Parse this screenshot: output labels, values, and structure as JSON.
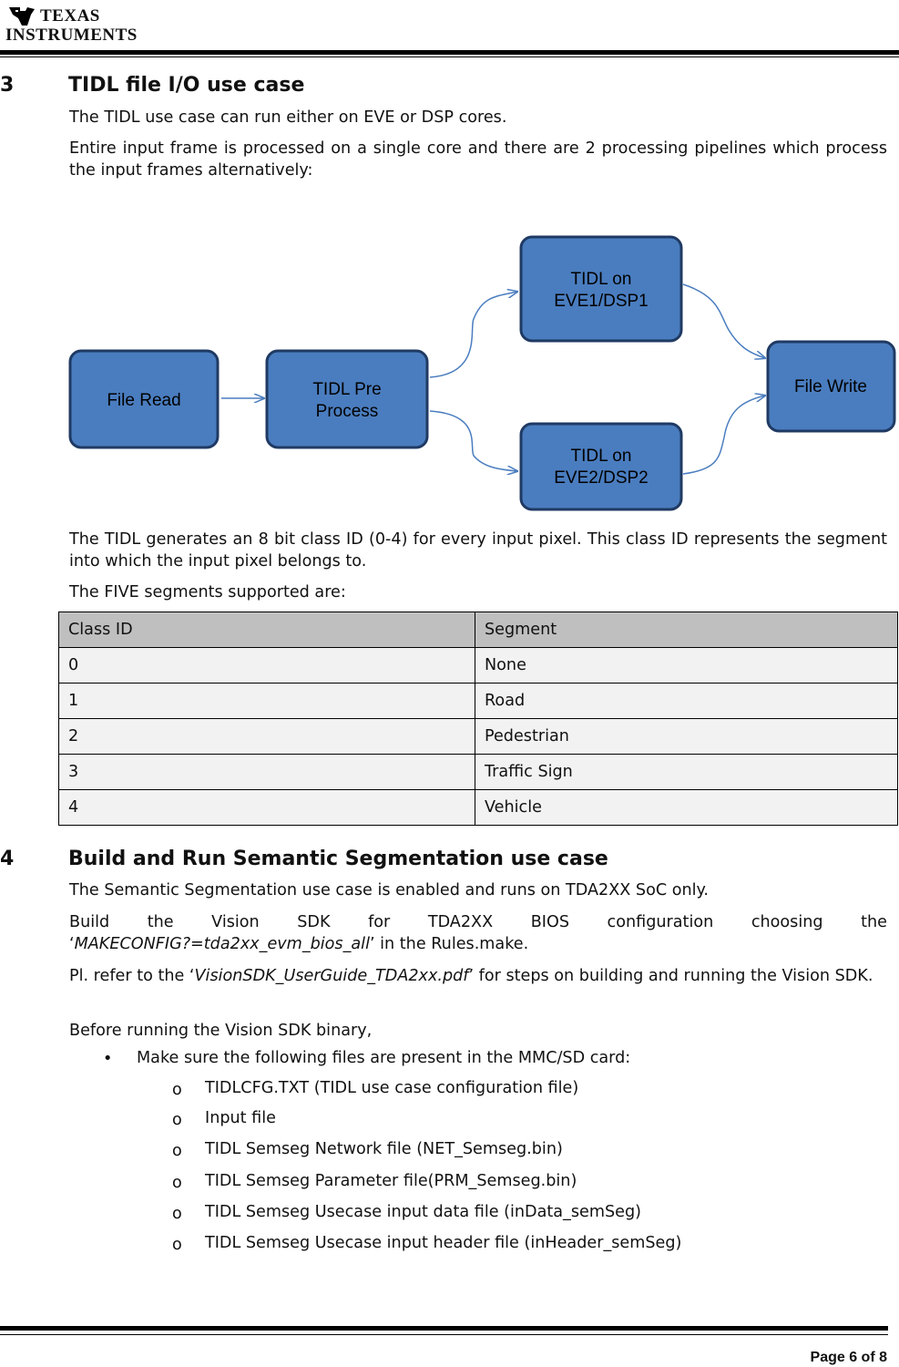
{
  "header": {
    "logo_line1": "TEXAS",
    "logo_line2": "INSTRUMENTS"
  },
  "section3": {
    "number": "3",
    "title": "TIDL file I/O use case",
    "para1": "The TIDL use case can run either on EVE or DSP cores.",
    "para2": "Entire input frame is processed on a single core and there are 2 processing pipelines which process the input frames alternatively:",
    "diagram": {
      "file_read": "File Read",
      "pre_line1": "TIDL Pre",
      "pre_line2": "Process",
      "eve1_line1": "TIDL on",
      "eve1_line2": "EVE1/DSP1",
      "eve2_line1": "TIDL on",
      "eve2_line2": "EVE2/DSP2",
      "file_write": "File Write",
      "box_color": "#4a7dbf",
      "border_color": "#1f3a63",
      "arrow_color": "#4a7dbf"
    },
    "para3": "The TIDL generates an 8 bit class ID (0-4) for every input pixel. This class ID represents the segment into which the input pixel belongs to.",
    "para4": "The FIVE segments supported are:",
    "table": {
      "headers": [
        "Class ID",
        "Segment"
      ],
      "rows": [
        [
          "0",
          "None"
        ],
        [
          "1",
          "Road"
        ],
        [
          "2",
          "Pedestrian"
        ],
        [
          "3",
          "Traffic Sign"
        ],
        [
          "4",
          "Vehicle"
        ]
      ]
    }
  },
  "section4": {
    "number": "4",
    "title": "Build and Run Semantic Segmentation use case",
    "para1": "The Semantic Segmentation use case is enabled and runs on TDA2XX SoC only.",
    "para2_line1": "Build the Vision SDK for TDA2XX BIOS configuration choosing the",
    "para2_q1": "‘",
    "para2_italic": "MAKECONFIG?=tda2xx_evm_bios_all",
    "para2_q2": "’ in the Rules.make.",
    "para3_a": "Pl. refer to the ‘",
    "para3_italic": "VisionSDK_UserGuide_TDA2xx.pdf",
    "para3_b": "’ for steps on building and running the Vision SDK.",
    "para4": "Before running the Vision SDK binary,",
    "bullet": "Make sure the following files are present in the MMC/SD card:",
    "files": [
      "TIDLCFG.TXT (TIDL use case configuration file)",
      "Input file",
      "TIDL Semseg Network file (NET_Semseg.bin)",
      "TIDL Semseg Parameter file(PRM_Semseg.bin)",
      "TIDL Semseg Usecase input data file (inData_semSeg)",
      "TIDL Semseg Usecase input header file (inHeader_semSeg)"
    ]
  },
  "footer": {
    "page": "Page 6 of 8"
  }
}
